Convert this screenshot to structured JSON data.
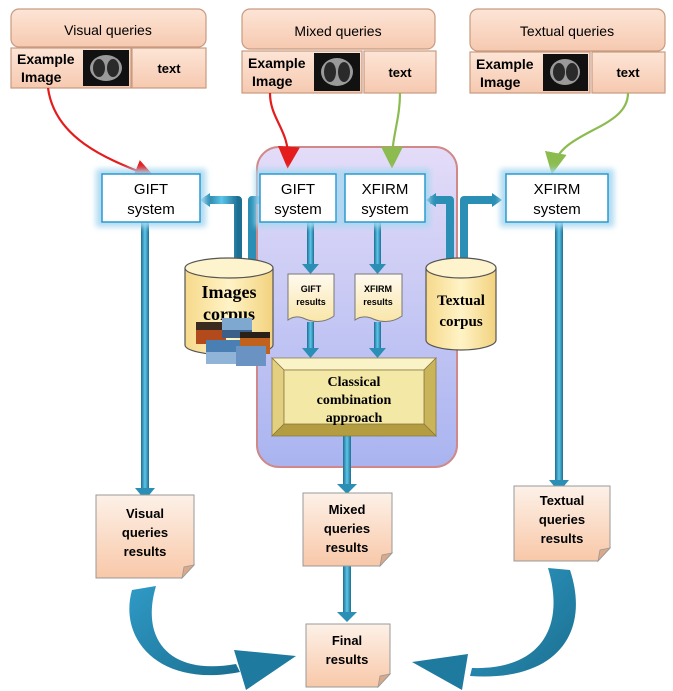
{
  "query_groups": {
    "visual": {
      "title": "Visual queries",
      "example": [
        "Example",
        "Image"
      ],
      "text": "text"
    },
    "mixed": {
      "title": "Mixed queries",
      "example": [
        "Example",
        "Image"
      ],
      "text": "text"
    },
    "textual": {
      "title": "Textual queries",
      "example": [
        "Example",
        "Image"
      ],
      "text": "text"
    }
  },
  "systems": {
    "gift_left": [
      "GIFT",
      "system"
    ],
    "gift_center": [
      "GIFT",
      "system"
    ],
    "xfirm_center": [
      "XFIRM",
      "system"
    ],
    "xfirm_right": [
      "XFIRM",
      "system"
    ]
  },
  "corpora": {
    "images": [
      "Images",
      "corpus"
    ],
    "textual": [
      "Textual",
      "corpus"
    ]
  },
  "intermediate": {
    "gift_results": [
      "GIFT",
      "results"
    ],
    "xfirm_results": [
      "XFIRM",
      "results"
    ]
  },
  "combination": [
    "Classical",
    "combination",
    "approach"
  ],
  "results": {
    "visual": [
      "Visual",
      "queries",
      "results"
    ],
    "mixed": [
      "Mixed",
      "queries",
      "results"
    ],
    "textual": [
      "Textual",
      "queries",
      "results"
    ],
    "final": [
      "Final",
      "results"
    ]
  },
  "colors": {
    "query_box": "#f8d9c8",
    "query_border": "#c89a80",
    "system_glow": "#a8d8f0",
    "system_border": "#2a9ad0",
    "center_panel": "#c8c4f0",
    "center_border": "#d08888",
    "cylinder": "#fde9a8",
    "arrow_blue": "#2b8fb5",
    "arrow_red": "#e41c1c",
    "arrow_green": "#8cbc50",
    "combination_box": "#f3e8a6"
  }
}
